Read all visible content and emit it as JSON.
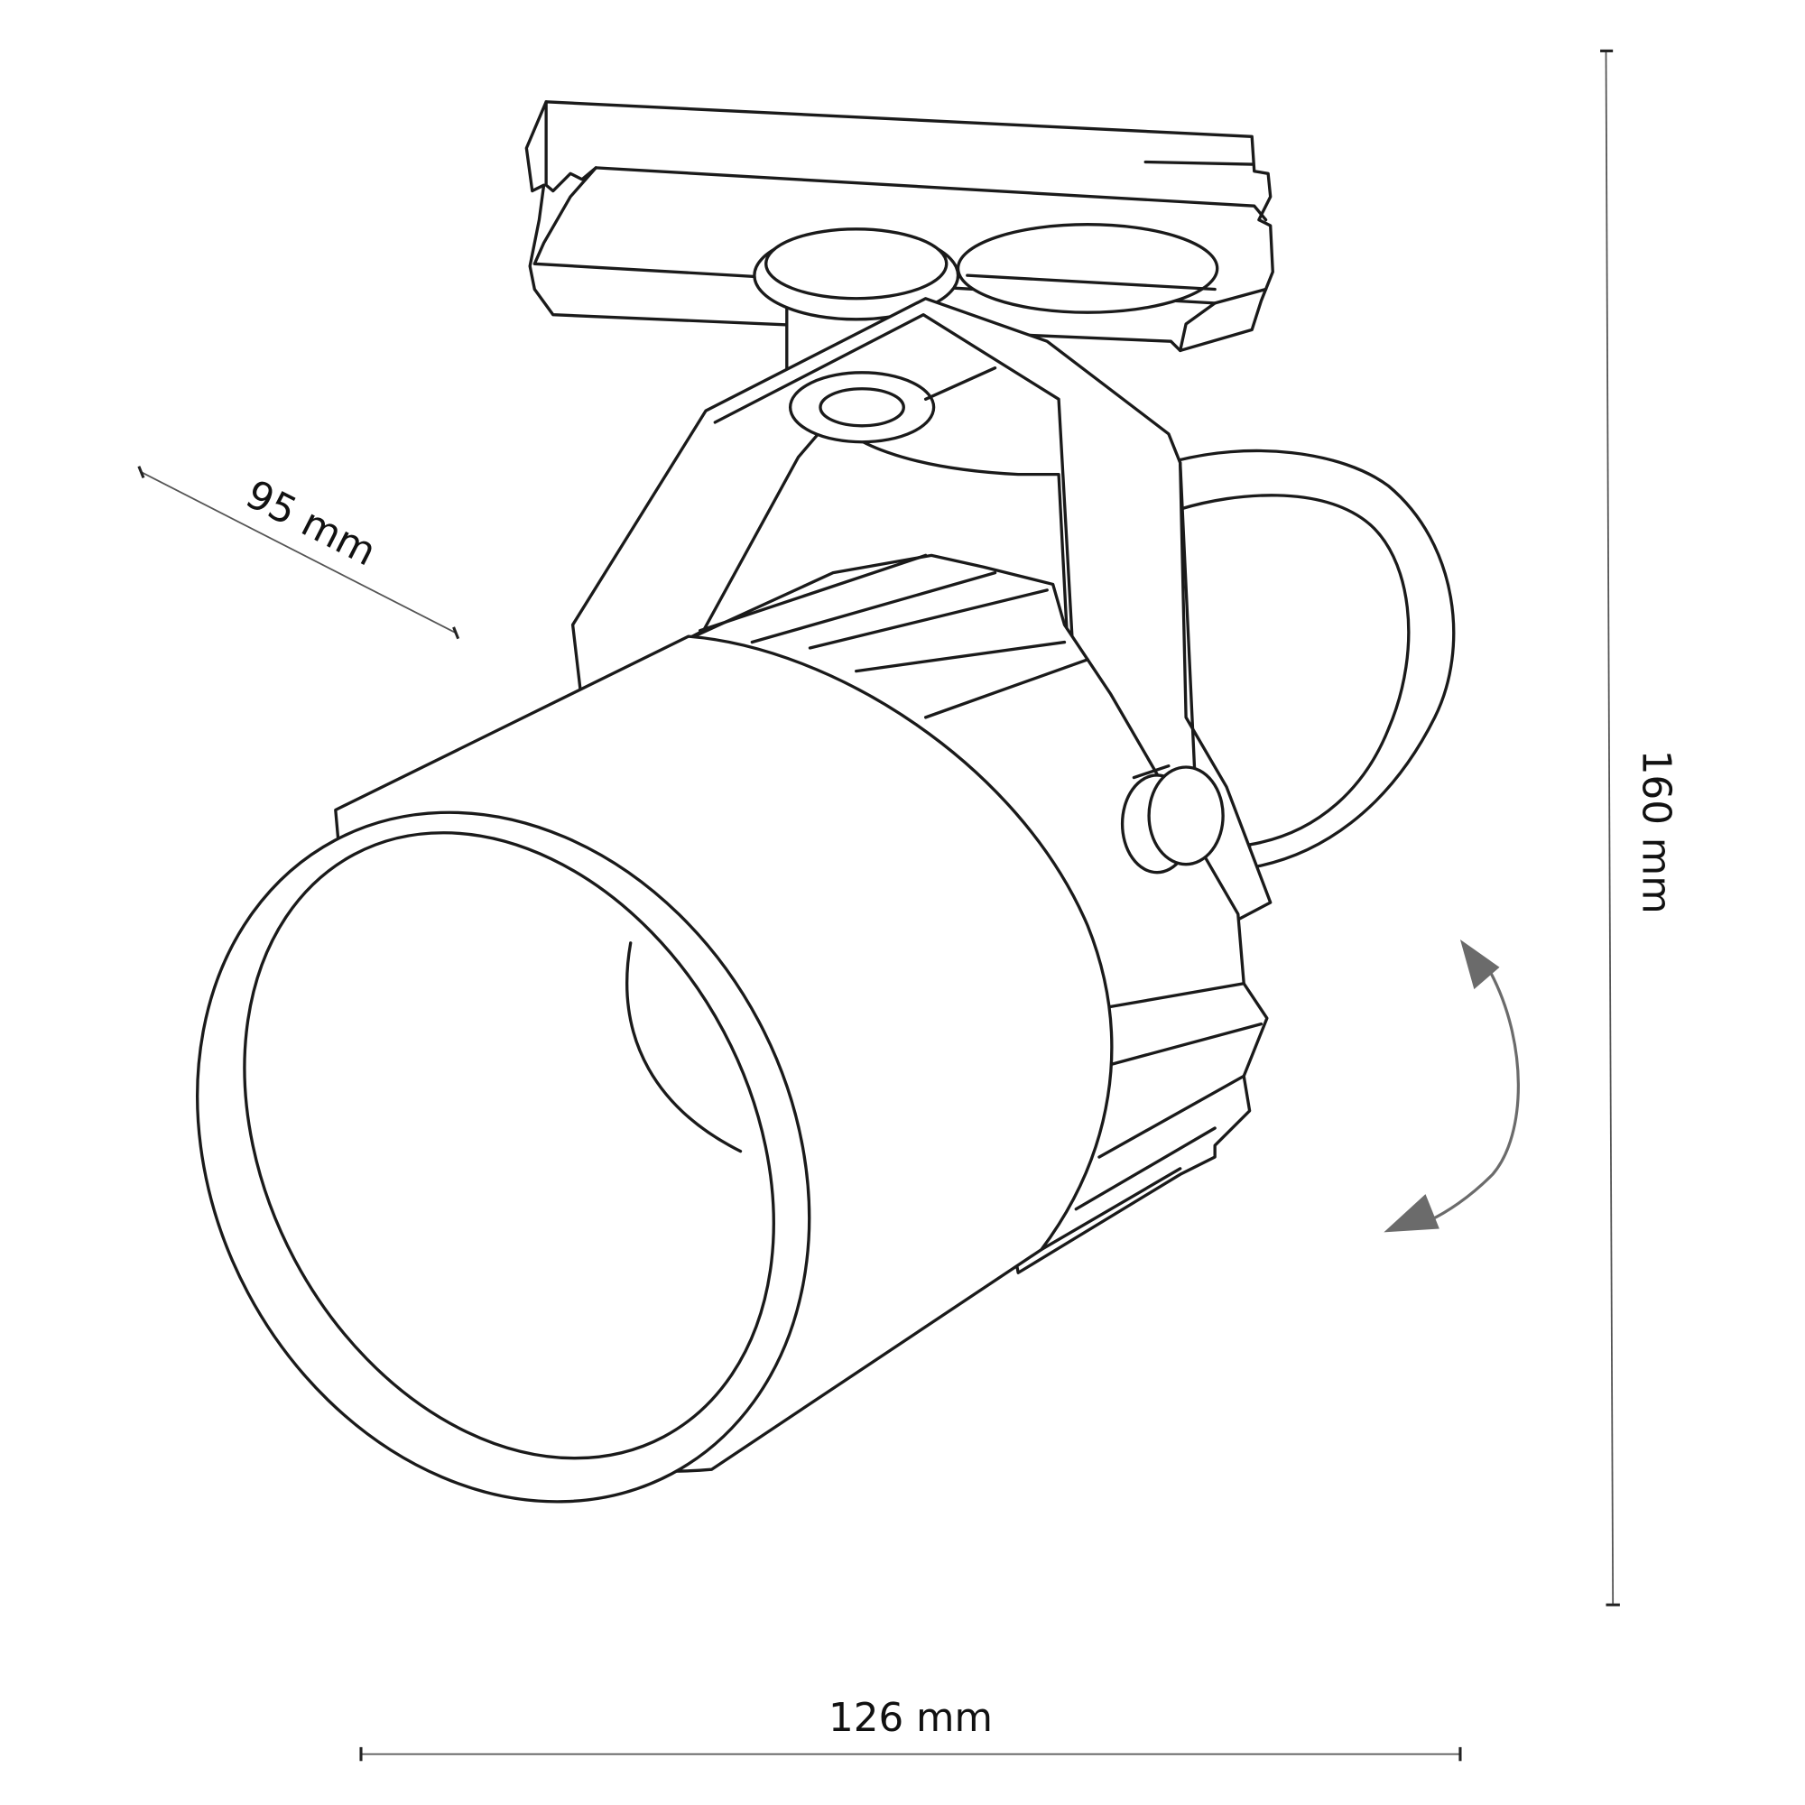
{
  "dimensions": {
    "depth_label": "95 mm",
    "height_label": "160 mm",
    "width_label": "126 mm"
  },
  "colors": {
    "outline": "#1a1a1a",
    "rotation_arrow": "#6b6b6b"
  }
}
